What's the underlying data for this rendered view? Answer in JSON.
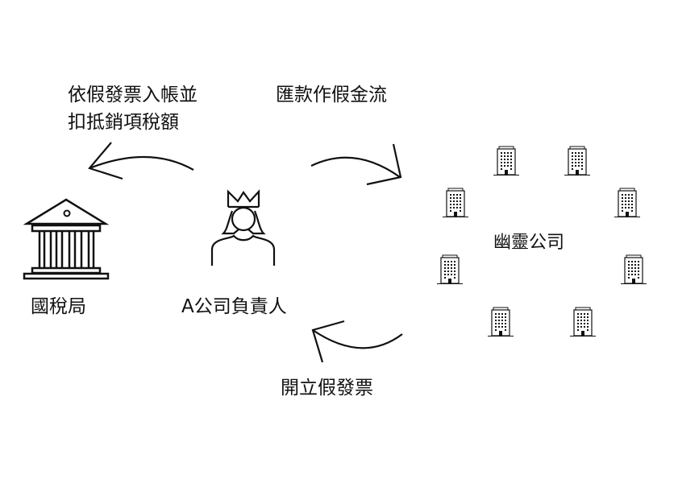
{
  "labels": {
    "tax_bureau": "國稅局",
    "company_a_owner": "A公司負責人",
    "ghost_companies": "幽靈公司",
    "booking_line1": "依假發票入帳並",
    "booking_line2": "扣抵銷項稅額",
    "remittance": "匯款作假金流",
    "fake_invoice": "開立假發票"
  },
  "icons": {
    "tax_bureau": "government-building-icon",
    "owner": "crowned-person-icon",
    "ghost_company": "office-building-icon"
  },
  "colors": {
    "stroke": "#111111",
    "background": "#ffffff"
  }
}
